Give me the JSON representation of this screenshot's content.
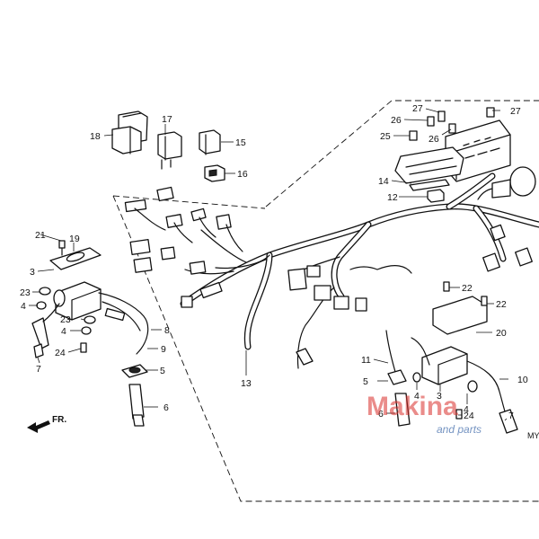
{
  "labels": {
    "l1": "18",
    "l2": "17",
    "l3": "15",
    "l4": "16",
    "l5": "27",
    "l6": "27",
    "l7": "26",
    "l8": "25",
    "l9": "26",
    "l10": "14",
    "l11": "12",
    "l12": "21",
    "l13": "19",
    "l14": "3",
    "l15": "23",
    "l16": "4",
    "l17": "23",
    "l18": "4",
    "l19": "24",
    "l20": "7",
    "l21": "8",
    "l22": "9",
    "l23": "5",
    "l24": "6",
    "l25": "13",
    "l26": "22",
    "l27": "22",
    "l28": "20",
    "l29": "11",
    "l30": "5",
    "l31": "4",
    "l32": "3",
    "l33": "4",
    "l34": "6",
    "l35": "24",
    "l36": "10",
    "l37": "7"
  },
  "direction_marker": "FR.",
  "diagram_code": "MY",
  "watermark": {
    "brand": "Makina",
    "sub": "and parts"
  }
}
